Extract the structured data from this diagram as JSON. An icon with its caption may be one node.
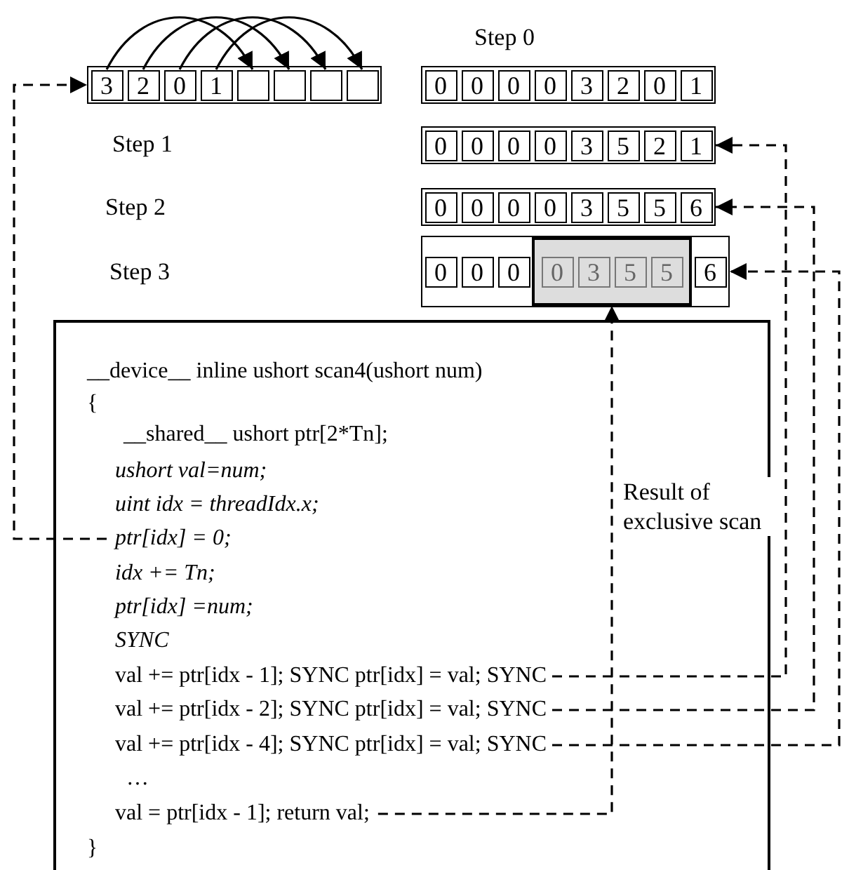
{
  "diagram": {
    "nodes": [
      {
        "text": [],
        "shape": "box"
      },
      {
        "text": [
          "3"
        ],
        "in": 0
      },
      {
        "text": [
          "2"
        ],
        "in": 0
      },
      {
        "text": [
          "0"
        ],
        "in": 0
      },
      {
        "text": [
          "1"
        ],
        "in": 0
      },
      {
        "text": [],
        "shape": "box",
        "in": 0
      },
      {
        "text": [],
        "shape": "box",
        "in": 0
      },
      {
        "text": [],
        "shape": "box",
        "in": 0
      },
      {
        "text": [],
        "shape": "box",
        "in": 0
      },
      {
        "text": [
          "0",
          "0",
          "0",
          "0",
          "3",
          "2",
          "0",
          "1"
        ]
      },
      {
        "text": [
          "0",
          "0",
          "0",
          "0",
          "3",
          "5",
          "2",
          "1"
        ]
      },
      {
        "text": [
          "0",
          "0",
          "0",
          "0",
          "3",
          "5",
          "5",
          "6"
        ]
      },
      {
        "text": [],
        "shape": "box"
      },
      {
        "text": [
          "0"
        ],
        "in": 12
      },
      {
        "text": [
          "0"
        ],
        "in": 12
      },
      {
        "text": [
          "0"
        ],
        "in": 12
      },
      {
        "text": [],
        "shape": "box",
        "in": 12
      },
      {
        "text": [
          "0"
        ],
        "in": 16
      },
      {
        "text": [
          "3"
        ],
        "in": 16
      },
      {
        "text": [
          "5"
        ],
        "in": 16
      },
      {
        "text": [
          "5"
        ],
        "in": 16
      },
      {
        "text": [
          "6"
        ],
        "in": 12
      },
      {
        "text": [],
        "shape": "box"
      },
      {
        "text": [
          "__device__ inline ushort scan4(ushort num)"
        ],
        "in": 22
      },
      {
        "text": [
          "{"
        ],
        "in": 22
      },
      {
        "text": [
          "__shared__ ushort ptr[2*Tn];"
        ],
        "in": 22
      },
      {
        "text": [
          "ushort val=num;"
        ],
        "in": 22
      },
      {
        "text": [
          "uint idx = threadIdx.x;"
        ],
        "in": 22
      },
      {
        "text": [
          "ptr[idx] = 0;"
        ],
        "in": 22
      },
      {
        "text": [
          "idx += Tn;"
        ],
        "in": 22
      },
      {
        "text": [
          "ptr[idx] =num;"
        ],
        "in": 22
      },
      {
        "text": [
          "SYNC"
        ],
        "in": 22
      },
      {
        "text": [
          "val += ptr[idx - 1]; SYNC ptr[idx] = val; SYNC"
        ],
        "in": 22
      },
      {
        "text": [
          "val += ptr[idx - 2]; SYNC ptr[idx] = val; SYNC"
        ],
        "in": 22
      },
      {
        "text": [
          "val += ptr[idx - 4]; SYNC ptr[idx] = val; SYNC"
        ],
        "in": 22
      },
      {
        "text": [
          "…"
        ],
        "in": 22
      },
      {
        "text": [
          "val = ptr[idx - 1]; return val;"
        ],
        "in": 22
      },
      {
        "text": [
          "}"
        ],
        "in": 22
      }
    ],
    "edges": [
      {
        "from": 1,
        "to": 5,
        "arrow": "to"
      },
      {
        "from": 2,
        "to": 6,
        "arrow": "to"
      },
      {
        "from": 3,
        "to": 7,
        "arrow": "to"
      },
      {
        "from": 4,
        "to": 8,
        "arrow": "to"
      },
      {
        "from": 28,
        "to": 0,
        "arrow": "to",
        "style": "dashed"
      },
      {
        "from": 32,
        "to": 10,
        "arrow": "to",
        "style": "dashed"
      },
      {
        "from": 33,
        "to": 11,
        "arrow": "to",
        "style": "dashed"
      },
      {
        "from": 34,
        "to": 12,
        "arrow": "to",
        "style": "dashed"
      },
      {
        "from": 36,
        "to": 16,
        "arrow": "to",
        "style": "dashed"
      }
    ],
    "labels": [
      "Step 0",
      "Step 1",
      "Step 2",
      "Step 3",
      "Result of exclusive scan"
    ]
  }
}
